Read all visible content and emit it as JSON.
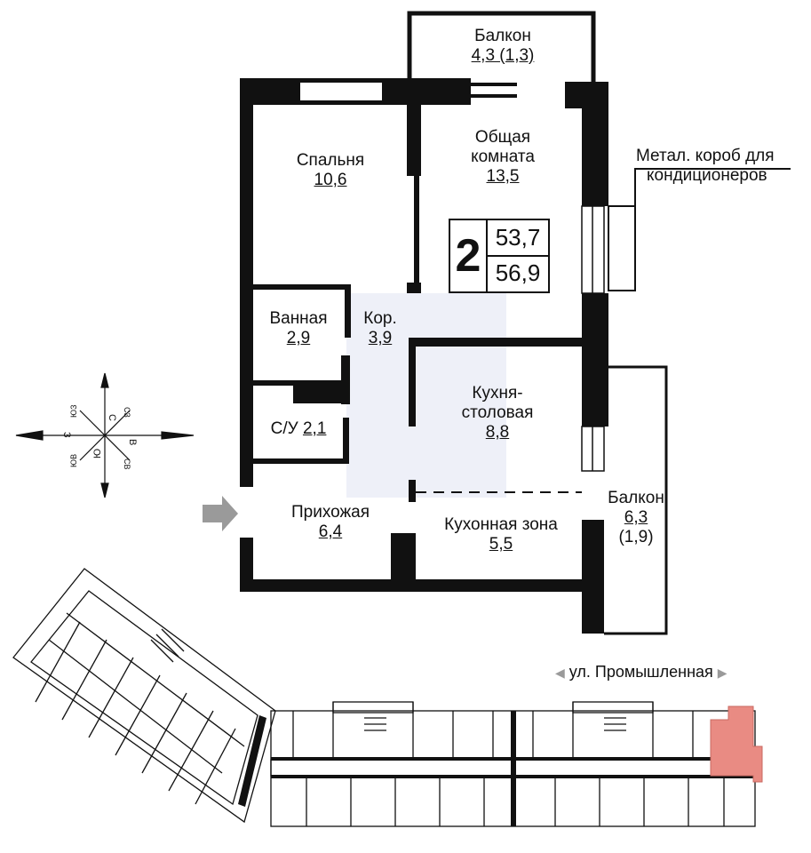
{
  "apartment": {
    "rooms_count": "2",
    "living_area": "53,7",
    "total_area": "56,9"
  },
  "rooms": {
    "balcony_top": {
      "name": "Балкон",
      "area": "4,3 (1,3)"
    },
    "bedroom": {
      "name": "Спальня",
      "area": "10,6"
    },
    "living_room": {
      "name_line1": "Общая",
      "name_line2": "комната",
      "area": "13,5"
    },
    "bathroom": {
      "name": "Ванная",
      "area": "2,9"
    },
    "corridor": {
      "name": "Кор.",
      "area": "3,9"
    },
    "kitchen_dining": {
      "name_line1": "Кухня-",
      "name_line2": "столовая",
      "area": "8,8"
    },
    "wc": {
      "name": "С/У",
      "area": "2,1"
    },
    "hallway": {
      "name": "Прихожая",
      "area": "6,4"
    },
    "kitchen_zone": {
      "name": "Кухонная зона",
      "area": "5,5"
    },
    "balcony_right": {
      "name": "Балкон",
      "area": "6,3",
      "extra": "(1,9)"
    }
  },
  "ac_box": {
    "line1": "Метал. короб для",
    "line2": "кондиционеров"
  },
  "street": {
    "left_arrow": "◀",
    "name": "ул. Промышленная",
    "right_arrow": "▶"
  },
  "compass": {
    "n": "С",
    "s": "Ю",
    "e": "В",
    "w": "З",
    "ne": "СВ",
    "nw": "СЗ",
    "se": "ЮВ",
    "sw": "ЮЗ"
  },
  "colors": {
    "wall": "#111111",
    "highlight": "#e98b83",
    "corridor_tint": "#eef0f8",
    "arrow": "#9a9a9a"
  }
}
